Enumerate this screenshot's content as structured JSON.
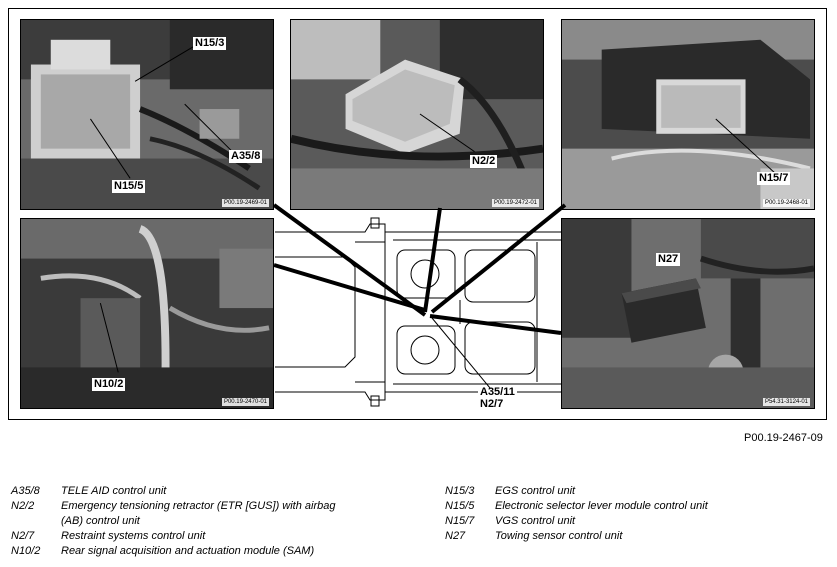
{
  "figure": {
    "id": "P00.19-2467-09",
    "photos": [
      {
        "ref": "P00.19-2469-01",
        "labels": [
          "N15/3",
          "A35/8",
          "N15/5"
        ]
      },
      {
        "ref": "P00.19-2472-01",
        "labels": [
          "N2/2"
        ]
      },
      {
        "ref": "P00.19-2468-01",
        "labels": [
          "N15/7"
        ]
      },
      {
        "ref": "P00.19-2470-01",
        "labels": [
          "N10/2"
        ]
      },
      {
        "ref": "P54.31-3124-01",
        "labels": [
          "N27"
        ]
      }
    ],
    "vehicle_callout": [
      "A35/11",
      "N2/7"
    ]
  },
  "legend": {
    "left": [
      {
        "code": "A35/8",
        "text": "TELE AID control unit"
      },
      {
        "code": "N2/2",
        "text": "Emergency tensioning retractor (ETR [GUS]) with airbag"
      },
      {
        "code": "",
        "text": "(AB) control unit"
      },
      {
        "code": "N2/7",
        "text": "Restraint systems control unit"
      },
      {
        "code": "N10/2",
        "text": "Rear signal acquisition and actuation module (SAM)"
      }
    ],
    "right": [
      {
        "code": "N15/3",
        "text": "EGS control unit"
      },
      {
        "code": "N15/5",
        "text": "Electronic selector lever module control unit"
      },
      {
        "code": "N15/7",
        "text": "VGS control unit"
      },
      {
        "code": "N27",
        "text": "Towing sensor control unit"
      }
    ]
  }
}
